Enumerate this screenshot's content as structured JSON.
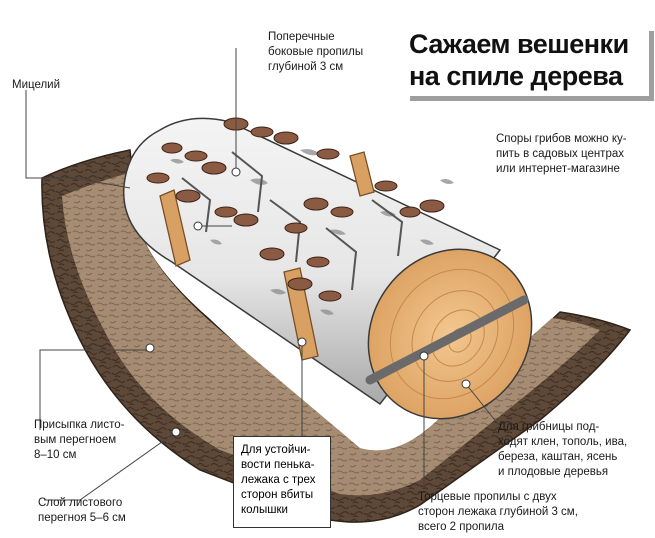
{
  "title": "Сажаем вешенки\nна спиле дерева",
  "labels": {
    "cross_cuts": "Поперечные\nбоковые пропилы\nглубиной 3 см",
    "mycelium": "Мицелий",
    "spores": "Споры грибов можно ку-\nпить в садовых центрах\nили интернет-магазине",
    "humus_sprinkle": "Присыпка листо-\nвым перегноем\n8–10 см",
    "leaf_layer": "Слой листового\nперегноя 5–6 см",
    "pegs": "Для устойчи-\nвости пенька-\nлежака с трех\nсторон вбиты\nколышки",
    "trees": "Для грибницы под-\nходят клен, тополь, ива,\nбереза, каштан, ясень\nи плодовые деревья",
    "end_cuts": "Торцевые пропилы с двух\nсторон лежака глубиной 3 см,\nвсего 2 пропила"
  },
  "colors": {
    "soil_dark": "#5b4636",
    "soil_light": "#9a8168",
    "bark": "#eeeeee",
    "bark_shade": "#b8b8b8",
    "wood": "#e7b57b",
    "peg": "#d9a064",
    "mushroom": "#8a5a43"
  }
}
